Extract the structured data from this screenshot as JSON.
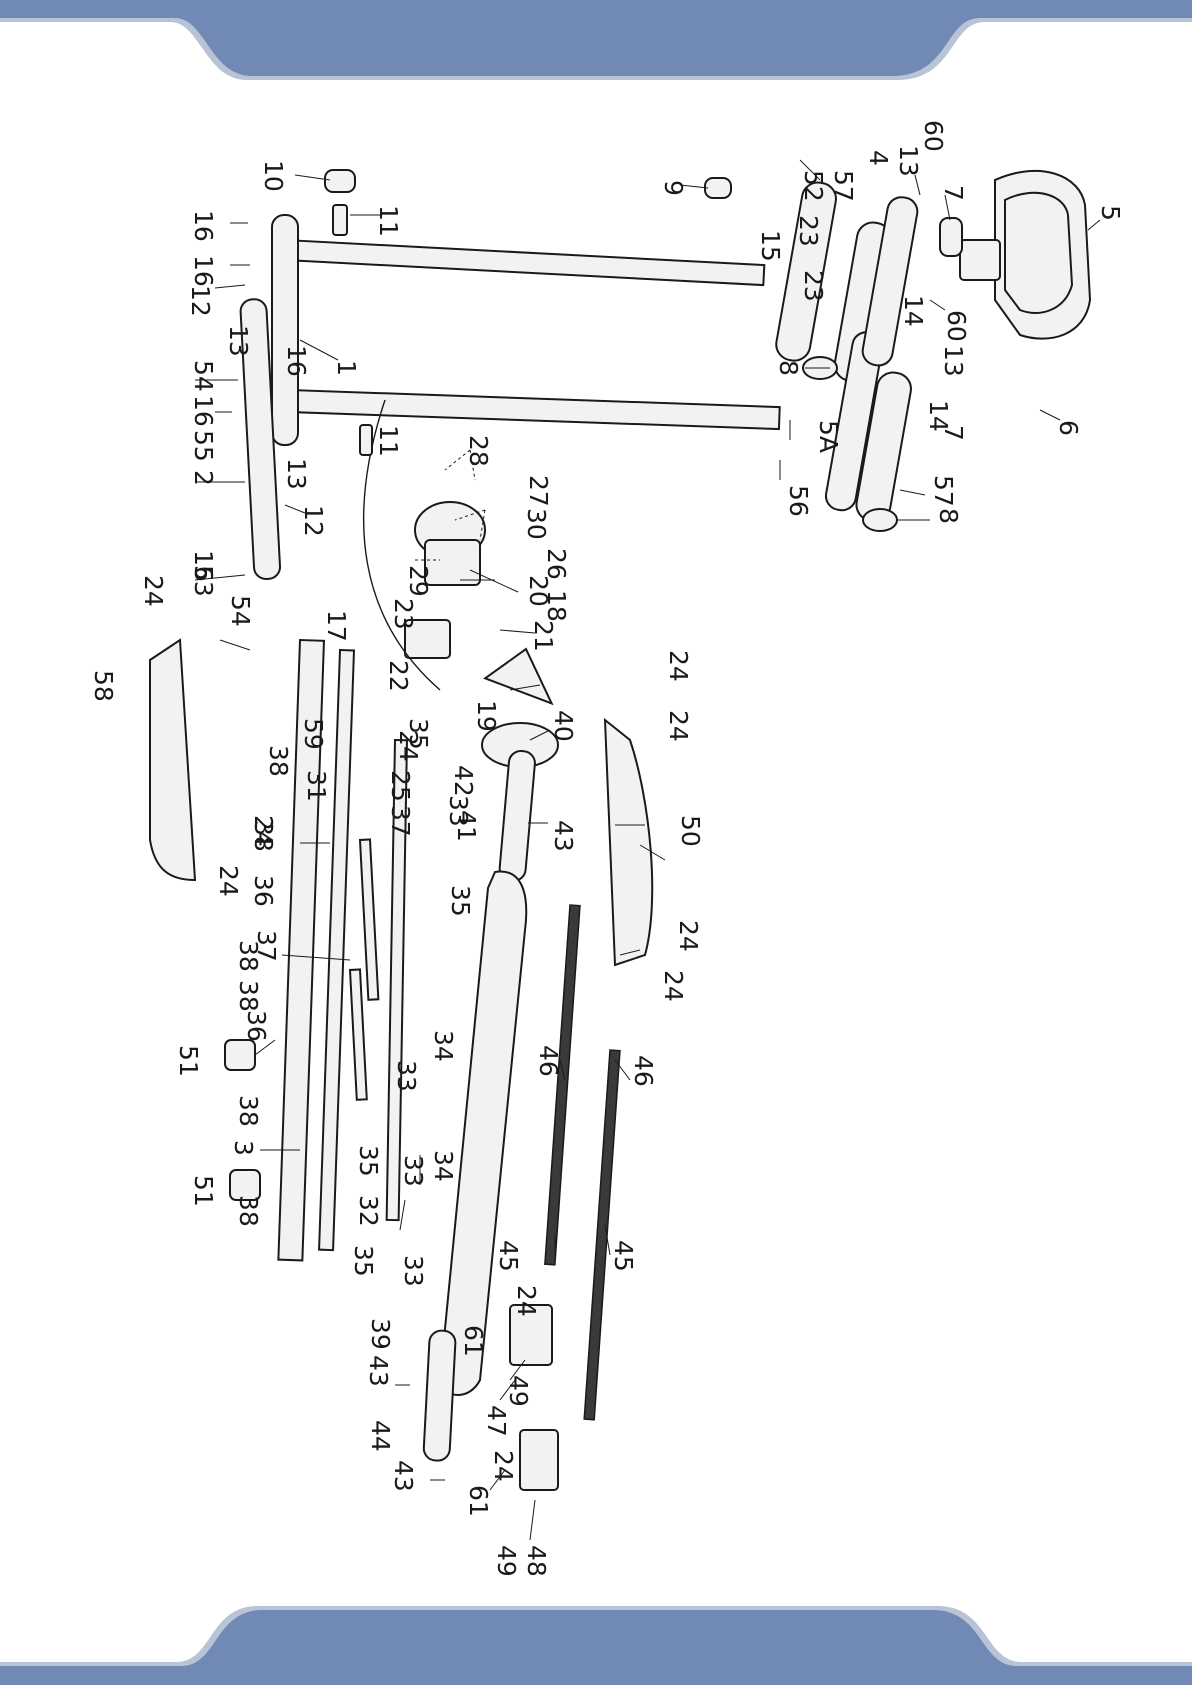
{
  "colors": {
    "band": "#7189b5",
    "band_shadow": "#b9c3d6"
  },
  "labels": {
    "p1": "1",
    "p2": "2",
    "p3": "3",
    "p4": "4",
    "p5": "5",
    "p5a": "5A",
    "p6": "6",
    "p7a": "7",
    "p7b": "7",
    "p8a": "8",
    "p8b": "8",
    "p9": "9",
    "p10": "10",
    "p11a": "11",
    "p11b": "11",
    "p12a": "12",
    "p12b": "12",
    "p13a": "13",
    "p13b": "13",
    "p13c": "13",
    "p13d": "13",
    "p14a": "14",
    "p14b": "14",
    "p15": "15",
    "p16a": "16",
    "p16b": "16",
    "p16c": "16",
    "p16d": "16",
    "p16e": "16",
    "p17": "17",
    "p18": "18",
    "p19": "19",
    "p20": "20",
    "p21": "21",
    "p22": "22",
    "p23a": "23",
    "p23b": "23",
    "p23c": "23",
    "p24a": "24",
    "p24b": "24",
    "p24c": "24",
    "p24d": "24",
    "p24e": "24",
    "p24f": "24",
    "p24g": "24",
    "p24h": "24",
    "p24i": "24",
    "p24j": "24",
    "p25": "25",
    "p26": "26",
    "p27": "27",
    "p28": "28",
    "p29": "29",
    "p30": "30",
    "p31": "31",
    "p32": "32",
    "p33a": "33",
    "p33b": "33",
    "p33c": "33",
    "p33d": "33",
    "p34a": "34",
    "p34b": "34",
    "p35a": "35",
    "p35b": "35",
    "p35c": "35",
    "p35d": "35",
    "p36a": "36",
    "p36b": "36",
    "p37a": "37",
    "p37b": "37",
    "p38a": "38",
    "p38b": "38",
    "p38c": "38",
    "p38d": "38",
    "p38e": "38",
    "p38f": "38",
    "p39": "39",
    "p40": "40",
    "p41": "41",
    "p42": "42",
    "p43a": "43",
    "p43b": "43",
    "p43c": "43",
    "p44": "44",
    "p45a": "45",
    "p45b": "45",
    "p46a": "46",
    "p46b": "46",
    "p47": "47",
    "p48": "48",
    "p49a": "49",
    "p49b": "49",
    "p50": "50",
    "p51a": "51",
    "p51b": "51",
    "p52": "52",
    "p53": "53",
    "p54a": "54",
    "p54b": "54",
    "p55": "55",
    "p56": "56",
    "p57a": "57",
    "p57b": "57",
    "p58": "58",
    "p59": "59",
    "p60a": "60",
    "p60b": "60",
    "p61a": "61",
    "p61b": "61"
  }
}
